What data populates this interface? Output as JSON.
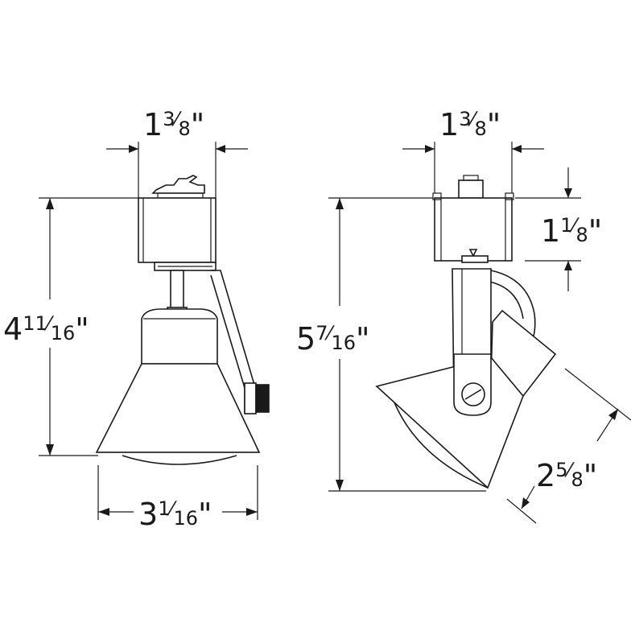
{
  "front_view": {
    "width_top": {
      "whole": "1",
      "num": "3",
      "den": "8",
      "unit": "\""
    },
    "height": {
      "whole": "4",
      "num": "11",
      "den": "16",
      "unit": "\""
    },
    "width_bottom": {
      "whole": "3",
      "num": "1",
      "den": "16",
      "unit": "\""
    }
  },
  "side_view": {
    "width_top": {
      "whole": "1",
      "num": "3",
      "den": "8",
      "unit": "\""
    },
    "adapter_height": {
      "whole": "1",
      "num": "1",
      "den": "8",
      "unit": "\""
    },
    "height": {
      "whole": "5",
      "num": "7",
      "den": "16",
      "unit": "\""
    },
    "head_length": {
      "whole": "2",
      "num": "5",
      "den": "8",
      "unit": "\""
    }
  },
  "colors": {
    "line": "#1a1a1a",
    "background": "#ffffff"
  }
}
